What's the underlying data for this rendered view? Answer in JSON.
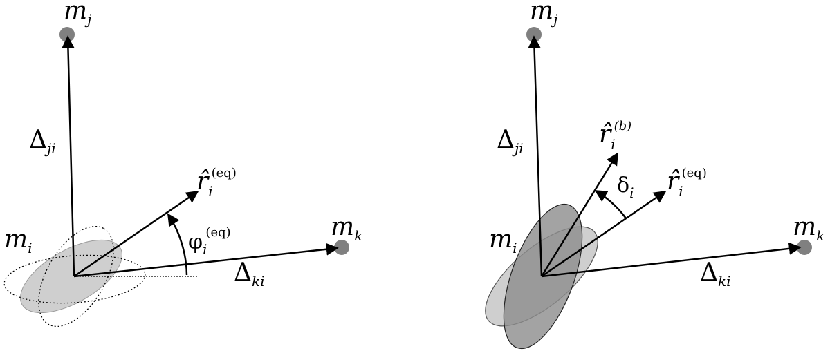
{
  "left_panel": {
    "labels": {
      "mj": {
        "main": "m",
        "sub": "j"
      },
      "mk": {
        "main": "m",
        "sub": "k"
      },
      "mi": {
        "main": "m",
        "sub": "i"
      },
      "delta_ji": {
        "main": "Δ",
        "sub": "ji"
      },
      "delta_ki": {
        "main": "Δ",
        "sub": "ki"
      },
      "r_hat": {
        "main": "r̂",
        "sub": "i",
        "sup": "(eq)"
      },
      "phi": {
        "main": "φ",
        "sub": "i",
        "sup": "(eq)"
      }
    }
  },
  "right_panel": {
    "labels": {
      "mj": {
        "main": "m",
        "sub": "j"
      },
      "mk": {
        "main": "m",
        "sub": "k"
      },
      "mi": {
        "main": "m",
        "sub": "i"
      },
      "delta_ji": {
        "main": "Δ",
        "sub": "ji"
      },
      "delta_ki": {
        "main": "Δ",
        "sub": "ki"
      },
      "r_hat_b": {
        "main": "r̂",
        "sub": "i",
        "sup": "(b)"
      },
      "r_hat_eq": {
        "main": "r̂",
        "sub": "i",
        "sup": "(eq)"
      },
      "delta": {
        "main": "δ",
        "sub": "i"
      }
    }
  },
  "colors": {
    "stroke": "#000000",
    "mass_fill": "#808080",
    "ellipse_light": "#cfcfcf",
    "ellipse_dark": "#8c8c8c"
  }
}
